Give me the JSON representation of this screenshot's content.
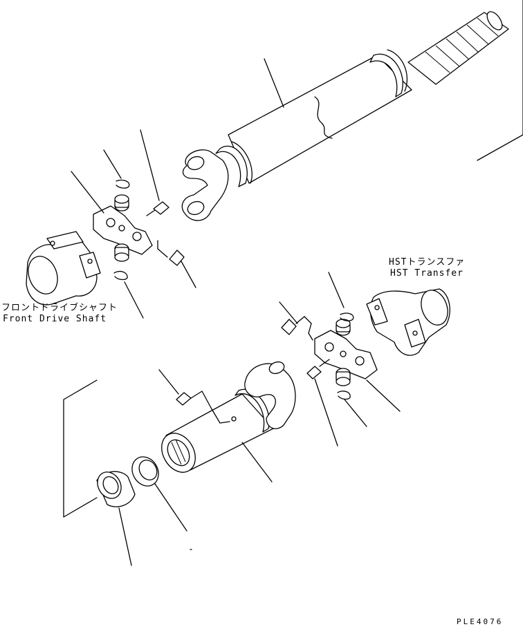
{
  "labels": {
    "hst_jp": "HSTトランスファ",
    "hst_en": "HST Transfer",
    "front_jp": "フロントドライブシャフト",
    "front_en": "Front Drive Shaft",
    "drawing_code": "PLE4076"
  }
}
